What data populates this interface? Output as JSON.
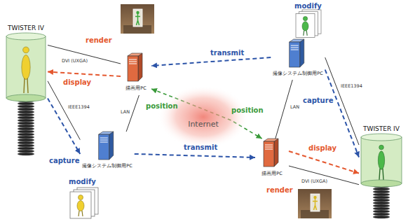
{
  "diagram": {
    "nodes": [
      {
        "text": [
          "TWISTER IV"
        ]
      },
      {
        "text": [
          "描画用PC"
        ]
      },
      {
        "text": [
          "撮像システム制御用PC"
        ]
      },
      {
        "text": [
          "Internet"
        ]
      },
      {
        "text": [
          "撮像システム制御用PC"
        ]
      },
      {
        "text": [
          "描画用PC"
        ]
      },
      {
        "text": [
          "TWISTER IV"
        ]
      }
    ],
    "edges": [
      {
        "from": 1,
        "to": 0,
        "arrow": "none",
        "label": "DVI (UXGA)"
      },
      {
        "from": 1,
        "to": 0,
        "arrow": "to",
        "label": "display"
      },
      {
        "from": 0,
        "to": 2,
        "arrow": "none",
        "label": "IEEE1394"
      },
      {
        "from": 0,
        "to": 2,
        "arrow": "to",
        "label": "capture"
      },
      {
        "from": 1,
        "to": 2,
        "arrow": "none",
        "label": "LAN"
      },
      {
        "from": 2,
        "to": 5,
        "arrow": "to",
        "label": "transmit"
      },
      {
        "from": 4,
        "to": 1,
        "arrow": "to",
        "label": "transmit"
      },
      {
        "from": 1,
        "to": 5,
        "arrow": "both",
        "label": "position"
      },
      {
        "from": 4,
        "to": 6,
        "arrow": "none",
        "label": "IEEE1394"
      },
      {
        "from": 4,
        "to": 6,
        "arrow": "to",
        "label": "capture"
      },
      {
        "from": 5,
        "to": 6,
        "arrow": "none",
        "label": "DVI (UXGA)"
      },
      {
        "from": 5,
        "to": 6,
        "arrow": "to",
        "label": "display"
      },
      {
        "from": 4,
        "to": 5,
        "arrow": "none",
        "label": "LAN"
      }
    ],
    "labels": [
      "render",
      "modify",
      "position",
      "modify",
      "render"
    ]
  }
}
